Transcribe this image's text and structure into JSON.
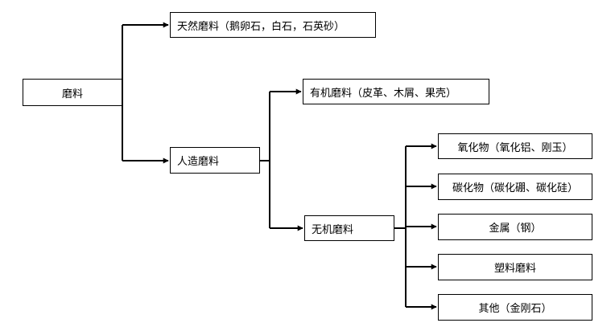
{
  "diagram": {
    "root": {
      "label": "磨料"
    },
    "natural": {
      "label": "天然磨料（鹅卵石，白石，石英砂）"
    },
    "artificial": {
      "label": "人造磨料"
    },
    "organic": {
      "label": "有机磨料（皮革、木屑、果壳）"
    },
    "inorganic": {
      "label": "无机磨料"
    },
    "inorganic_children": [
      {
        "label": "氧化物（氧化铝、刚玉）"
      },
      {
        "label": "碳化物（碳化硼、碳化硅）"
      },
      {
        "label": "金属（钢）"
      },
      {
        "label": "塑料磨料"
      },
      {
        "label": "其他（金刚石）"
      }
    ]
  }
}
